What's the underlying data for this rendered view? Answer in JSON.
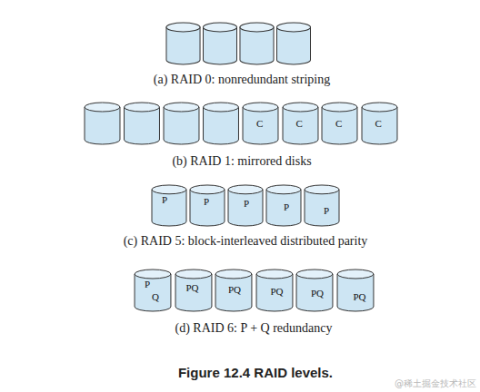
{
  "diagram": {
    "caption": "Figure 12.4 RAID levels.",
    "nodes": [
      {
        "text": [
          "C"
        ]
      },
      {
        "text": [
          "C"
        ]
      },
      {
        "text": [
          "C"
        ]
      },
      {
        "text": [
          "C"
        ]
      },
      {
        "text": [
          "P"
        ]
      },
      {
        "text": [
          "P"
        ]
      },
      {
        "text": [
          "P"
        ]
      },
      {
        "text": [
          "P"
        ]
      },
      {
        "text": [
          "P"
        ]
      },
      {
        "text": [
          "P",
          "Q"
        ]
      },
      {
        "text": [
          "PQ"
        ]
      },
      {
        "text": [
          "PQ"
        ]
      },
      {
        "text": [
          "PQ"
        ]
      },
      {
        "text": [
          "PQ"
        ]
      },
      {
        "text": [
          "PQ"
        ]
      }
    ],
    "labels": [
      "(a) RAID 0: nonredundant striping",
      "(b) RAID 1: mirrored disks",
      "(c) RAID 5: block-interleaved distributed parity",
      "(d) RAID 6: P + Q redundancy",
      "@稀土掘金技术社区"
    ]
  }
}
